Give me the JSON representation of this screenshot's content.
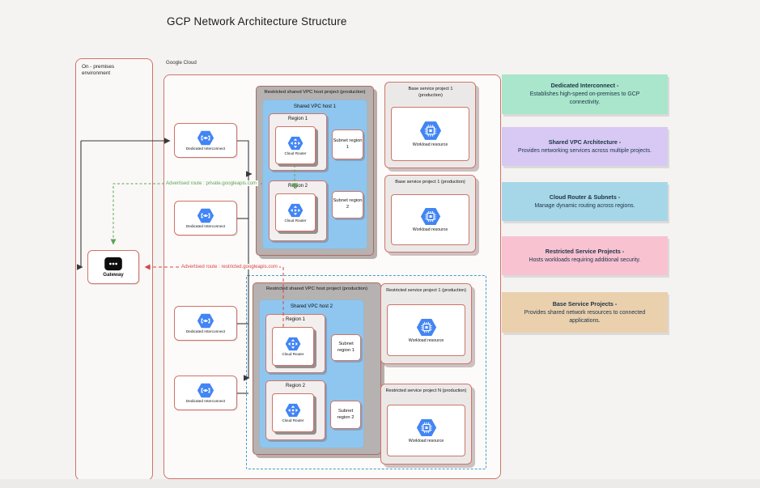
{
  "title": "GCP Network Architecture Structure",
  "clusters": {
    "onprem": {
      "label": "On - premises environment"
    },
    "gcp": {
      "label": "Google Cloud"
    },
    "vpc_top": {
      "outer": "Restricted shared VPC host project (production)",
      "host": "Shared VPC host 1",
      "region1": "Region 1",
      "region2": "Region 2",
      "subnet1": "Subnet region 1",
      "subnet2": "Subnet region 2"
    },
    "vpc_bottom": {
      "outer": "Restricted shared VPC host project (production)",
      "host": "Shared VPC host 2",
      "region1": "Region 1",
      "region2": "Region 2",
      "subnet1": "Subnet region 1",
      "subnet2": "Subnet region 2"
    }
  },
  "projects": {
    "base1": {
      "label": "Base service project 1 (production)"
    },
    "base2": {
      "label": "Base service project 1 (production)"
    },
    "restricted1": {
      "label": "Restricted service project 1 (production)"
    },
    "restrictedN": {
      "label": "Restricted service project N (production)"
    }
  },
  "nodes": {
    "interconnect": {
      "label": "Dedicated Interconnect",
      "icon": "dedicated-interconnect-icon"
    },
    "router": {
      "label": "Cloud Router",
      "icon": "cloud-router-icon"
    },
    "workload": {
      "label": "Workload resource",
      "icon": "workload-resource-icon"
    },
    "gateway": {
      "label": "Gateway",
      "icon": "gateway-icon"
    }
  },
  "edges": {
    "private_route_label": "Advertised route : private.googleapis.com",
    "restricted_route_label": "Advertised route : restricted.googleapis.com"
  },
  "colors": {
    "accent_border": "#cf7468",
    "host_blue": "#8ec6f0",
    "cluster_gray": "#b5b2b1",
    "icon_blue": "#4285f4",
    "route_green": "#5fa355",
    "route_red": "#d64545",
    "dashed_perimeter": "#3f9fca"
  },
  "legend": {
    "items": [
      {
        "title": "Dedicated Interconnect -",
        "desc": "Establishes high-speed on-premises to GCP connectivity.",
        "color": "#a9e6cb"
      },
      {
        "title": "Shared VPC Architecture -",
        "desc": "Provides networking services across multiple projects.",
        "color": "#d7c9f3"
      },
      {
        "title": "Cloud Router & Subnets -",
        "desc": "Manage dynamic routing across regions.",
        "color": "#a6d7e8"
      },
      {
        "title": "Restricted Service Projects -",
        "desc": "Hosts workloads requiring additional security.",
        "color": "#f8c2d1"
      },
      {
        "title": "Base Service Projects -",
        "desc": "Provides shared network resources to connected applications.",
        "color": "#ead0ad"
      }
    ]
  }
}
